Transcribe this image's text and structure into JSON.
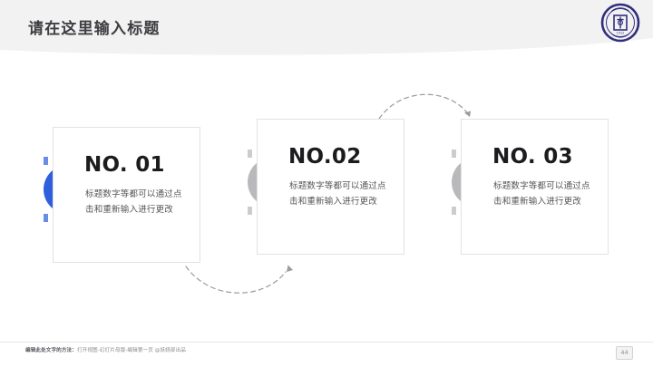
{
  "slide": {
    "title": "请在这里输入标题",
    "logo_name": "university-seal-logo",
    "accent_color": "#2f5fdd",
    "muted_color": "#b9b9bb"
  },
  "cards": [
    {
      "number": "NO. 01",
      "body": "标题数字等都可以通过点击和重新输入进行更改",
      "marker_color": "#2f5fdd"
    },
    {
      "number": "NO.02",
      "body": "标题数字等都可以通过点击和重新输入进行更改",
      "marker_color": "#b9b9bb"
    },
    {
      "number": "NO. 03",
      "body": "标题数字等都可以通过点击和重新输入进行更改",
      "marker_color": "#b9b9bb"
    }
  ],
  "footer": {
    "note_bold": "编辑此处文字的方法：",
    "note_rest": "打开视图-幻灯片母版-编辑第一页 @妖娆部出品",
    "page_number": "44"
  }
}
